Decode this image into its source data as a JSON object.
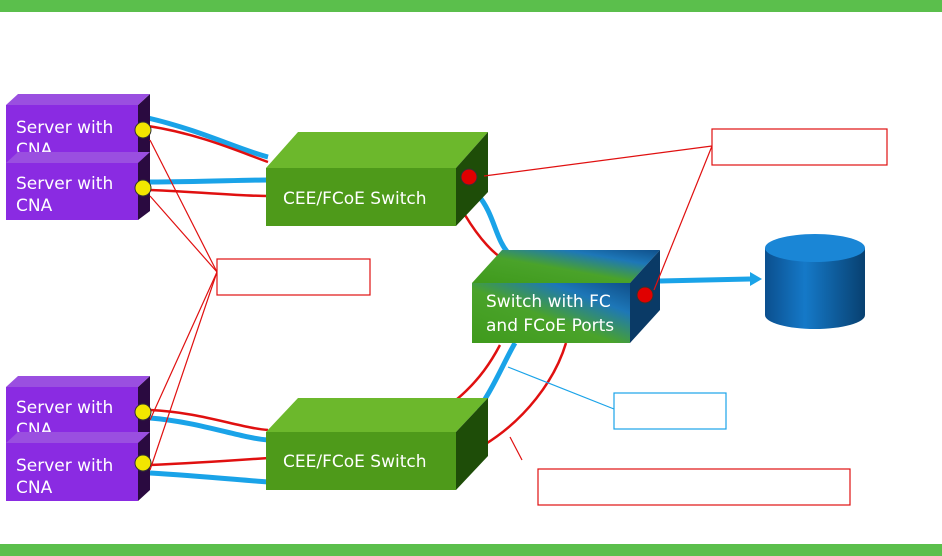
{
  "servers": [
    {
      "line1": "Server with",
      "line2": "CNA"
    },
    {
      "line1": "Server with",
      "line2": "CNA"
    },
    {
      "line1": "Server with",
      "line2": "CNA"
    },
    {
      "line1": "Server with",
      "line2": "CNA"
    }
  ],
  "switches": {
    "cee_top": "CEE/FCoE Switch",
    "cee_bottom": "CEE/FCoE Switch",
    "fc_line1": "Switch with  FC",
    "fc_line2": "and FCoE Ports"
  },
  "callouts": {
    "top_right": "",
    "left": "",
    "blue": "",
    "bottom": ""
  },
  "colors": {
    "accent_green": "#5bbf4c",
    "server_purple": "#8a2be2",
    "switch_green": "#4e9a1a",
    "fcoe_link": "#1aa3e8",
    "fc_link": "#e01010",
    "port_yellow": "#f2e600",
    "port_red": "#e00000",
    "storage_blue": "#0a5aa0"
  }
}
